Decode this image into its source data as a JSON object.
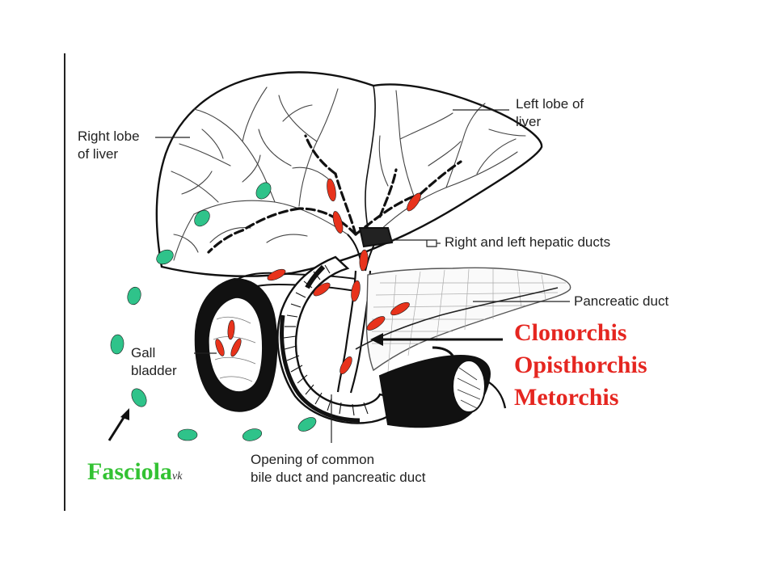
{
  "labels": {
    "right_lobe": [
      "Right lobe",
      "of liver"
    ],
    "left_lobe": [
      "Left lobe of",
      "liver"
    ],
    "hepatic_ducts": "Right and left hepatic ducts",
    "pancreatic_duct": "Pancreatic duct",
    "gall_bladder": [
      "Gall",
      "bladder"
    ],
    "opening": [
      "Opening of common",
      "bile duct and pancreatic duct"
    ]
  },
  "parasites": {
    "duct_flukes": [
      "Clonorchis",
      "Opisthorchis",
      "Metorchis"
    ],
    "liver_fluke": "Fasciola",
    "liver_fluke_signature": "vk"
  },
  "colors": {
    "duct_flukes": "#e8331c",
    "liver_fluke": "#2fc38a",
    "fasciola_text": "#33c233",
    "red_text": "#e52620"
  }
}
